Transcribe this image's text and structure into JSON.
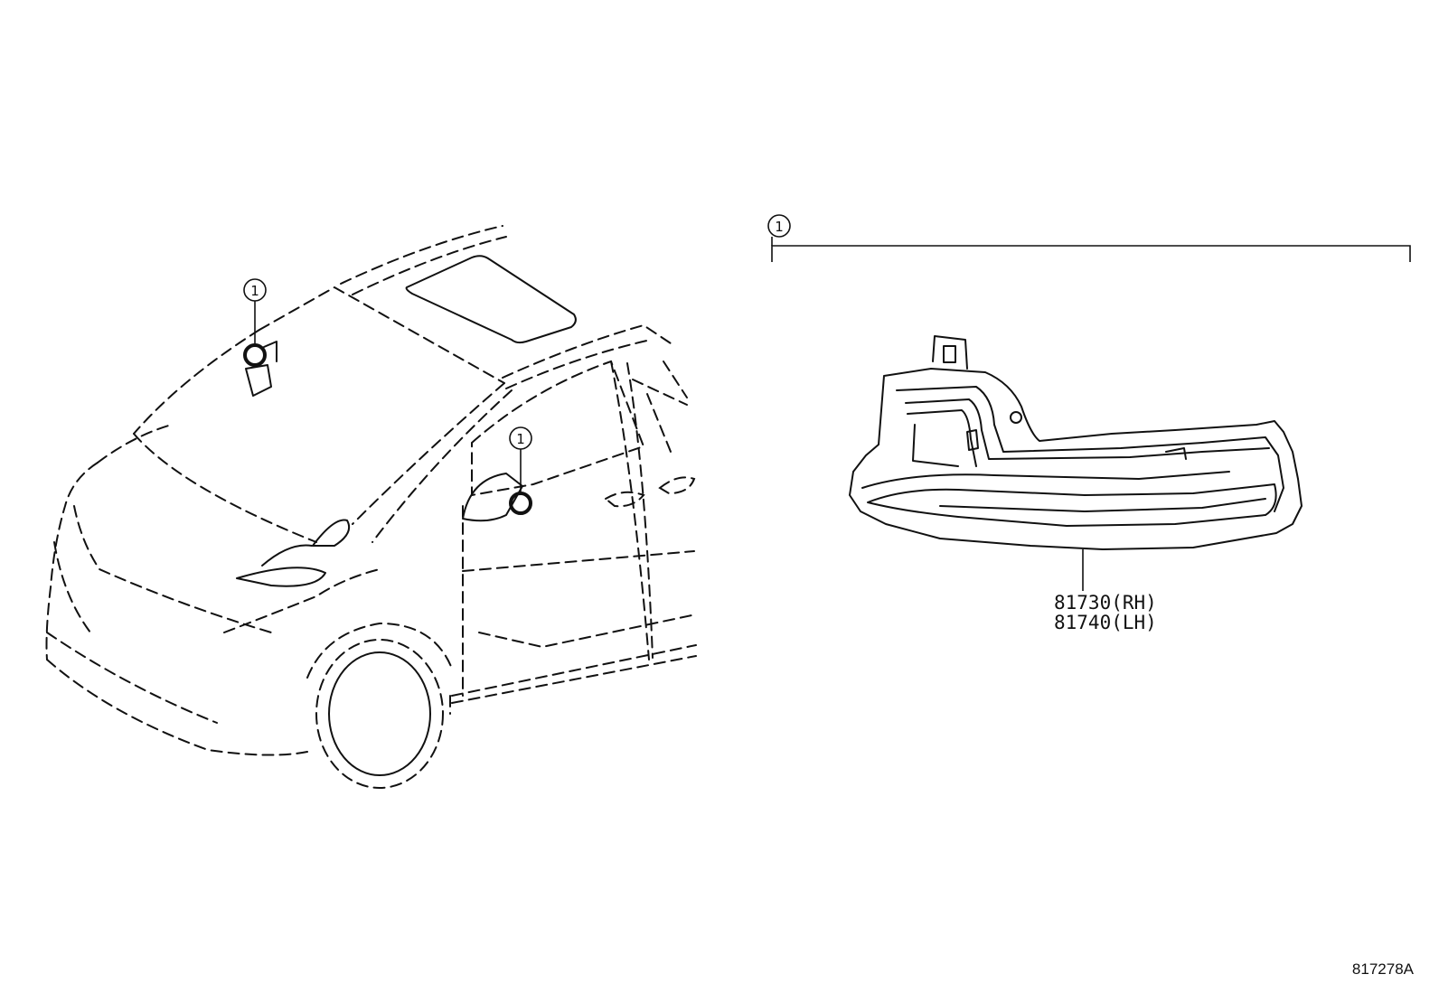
{
  "callouts": {
    "roof_marker": "1",
    "door_mirror_marker": "1",
    "assembly_bracket": "1"
  },
  "parts": [
    {
      "label": "81730(RH)"
    },
    {
      "label": "81740(LH)"
    }
  ],
  "figure_id": "817278A"
}
